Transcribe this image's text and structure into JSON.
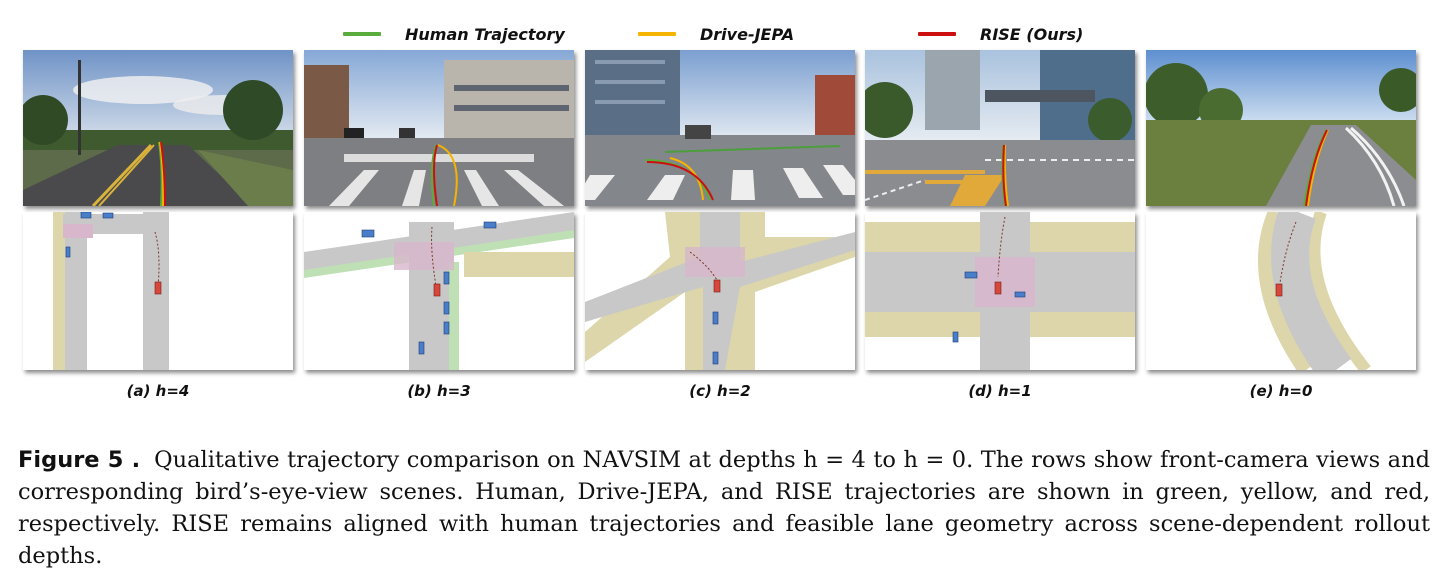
{
  "legend": [
    {
      "label": "Human Trajectory",
      "color": "#5aad3c"
    },
    {
      "label": "Drive-JEPA",
      "color": "#f5b400"
    },
    {
      "label": "RISE (Ours)",
      "color": "#cc1010"
    }
  ],
  "panels": [
    {
      "caption": "(a) h=4"
    },
    {
      "caption": "(b) h=3"
    },
    {
      "caption": "(c) h=2"
    },
    {
      "caption": "(d) h=1"
    },
    {
      "caption": "(e) h=0"
    }
  ],
  "figure_caption": {
    "label": "Figure 5 .",
    "text": "Qualitative trajectory comparison on NAVSIM at depths h = 4 to h = 0. The rows show front-camera views and corresponding bird’s-eye-view scenes. Human, Drive-JEPA, and RISE trajectories are shown in green, yellow, and red, respectively. RISE remains aligned with human trajectories and feasible lane geometry across scene-dependent rollout depths."
  }
}
